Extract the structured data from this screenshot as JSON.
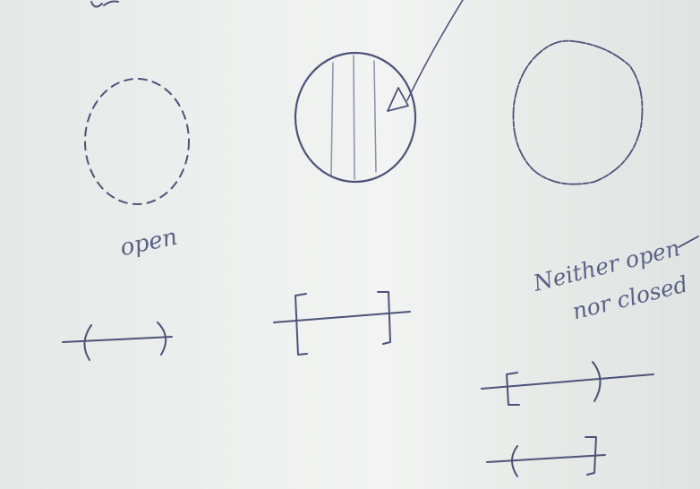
{
  "labels": {
    "open": "open",
    "neither_line1": "Neither open",
    "neither_line2": "nor closed"
  },
  "colors": {
    "ink": "#4d527a",
    "ink_light": "#8b8fa8",
    "board": "#eef0ef"
  }
}
